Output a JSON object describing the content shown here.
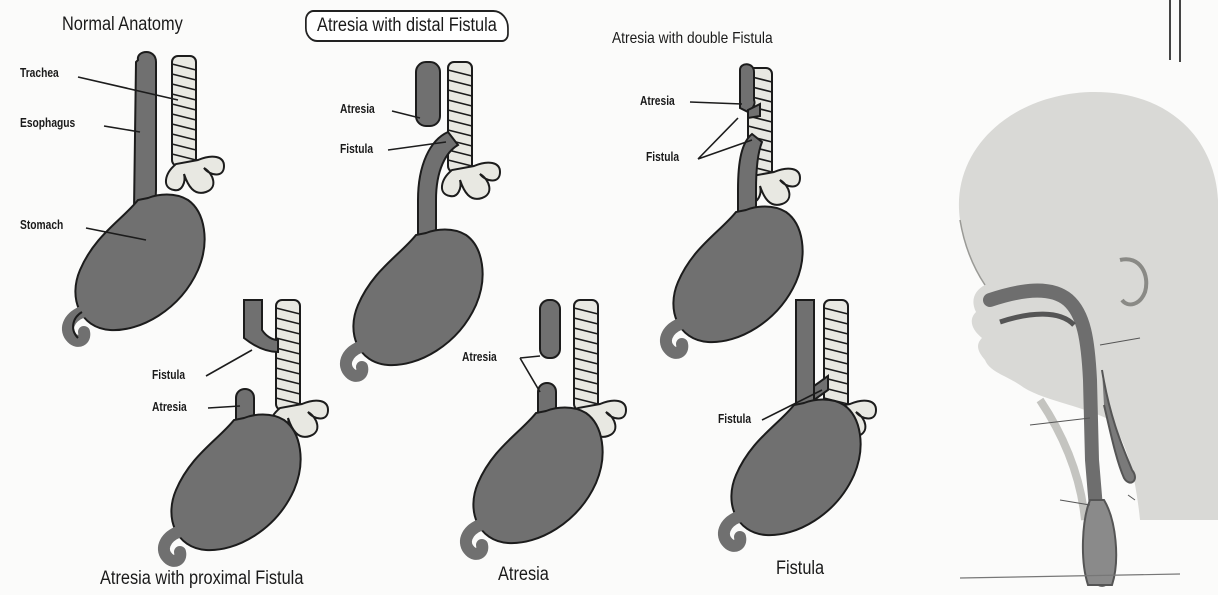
{
  "titles": {
    "normal": "Normal Anatomy",
    "distal": "Atresia with distal Fistula",
    "double": "Atresia with double Fistula",
    "proximal": "Atresia with proximal Fistula",
    "atresia": "Atresia",
    "fistula": "Fistula"
  },
  "labels": {
    "trachea": "Trachea",
    "esophagus": "Esophagus",
    "stomach": "Stomach",
    "atresia": "Atresia",
    "fistula": "Fistula"
  },
  "colors": {
    "organ": "#707070",
    "trachea": "#e8e8e2",
    "outline": "#1c1c1c",
    "skin": "#d9d9d6"
  }
}
